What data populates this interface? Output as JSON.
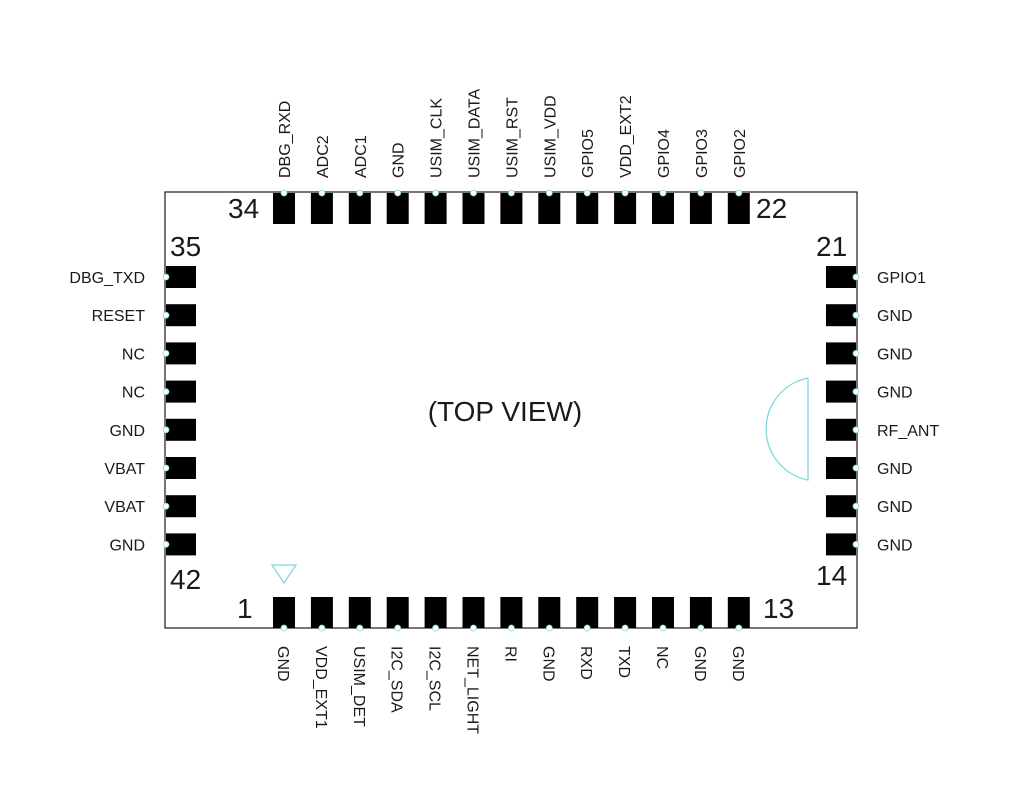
{
  "view_label": "(TOP VIEW)",
  "pin_numbers": {
    "bottom_first": "1",
    "bottom_last": "13",
    "right_bottom": "14",
    "right_top": "21",
    "top_right": "22",
    "top_left": "34",
    "left_top": "35",
    "left_bottom": "42"
  },
  "pins": {
    "bottom": [
      "GND",
      "VDD_EXT1",
      "USIM_DET",
      "I2C_SDA",
      "I2C_SCL",
      "NET_LIGHT",
      "RI",
      "GND",
      "RXD",
      "TXD",
      "NC",
      "GND",
      "GND"
    ],
    "right": [
      "GND",
      "GND",
      "GND",
      "RF_ANT",
      "GND",
      "GND",
      "GND",
      "GPIO1"
    ],
    "top": [
      "GPIO2",
      "GPIO3",
      "GPIO4",
      "VDD_EXT2",
      "GPIO5",
      "USIM_VDD",
      "USIM_RST",
      "USIM_DATA",
      "USIM_CLK",
      "GND",
      "ADC1",
      "ADC2",
      "DBG_RXD"
    ],
    "left": [
      "DBG_TXD",
      "RESET",
      "NC",
      "NC",
      "GND",
      "VBAT",
      "VBAT",
      "GND"
    ]
  },
  "colors": {
    "outline": "#1a1a1a",
    "pad": "#000000",
    "marker": "#7fd8e0"
  },
  "icons": {
    "pin1_marker": "triangle-marker-icon",
    "antenna_keepout": "half-circle-icon"
  }
}
